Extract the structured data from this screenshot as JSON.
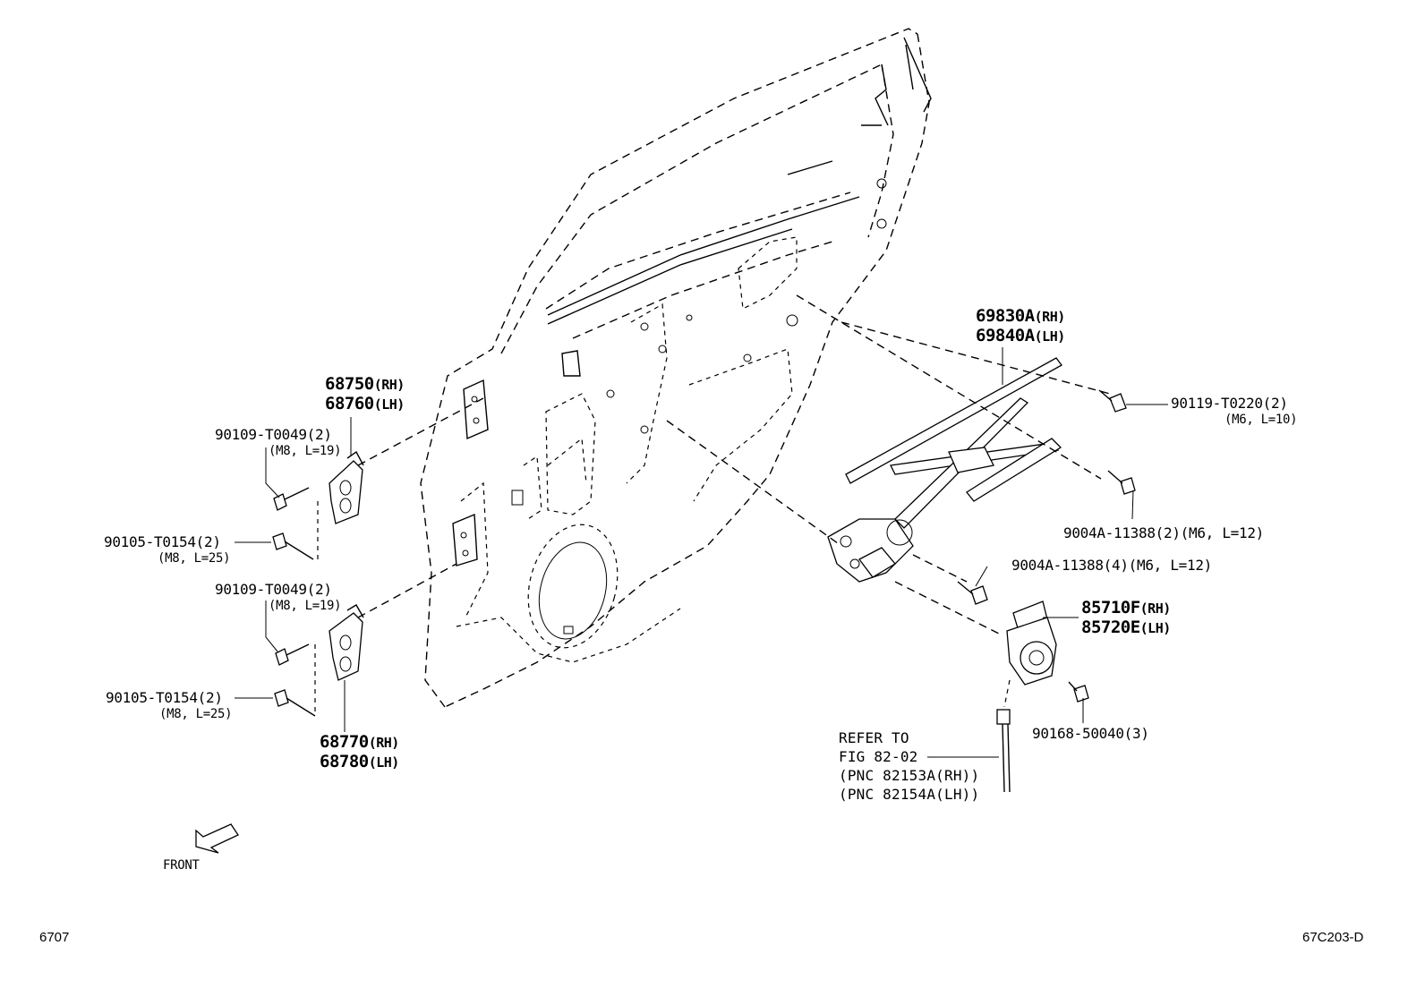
{
  "labels": {
    "hinge_upper_rh": "68750",
    "hinge_upper_rh_sfx": "(RH)",
    "hinge_upper_lh": "68760",
    "hinge_upper_lh_sfx": "(LH)",
    "bolt_upper_a": "90109-T0049(2)",
    "bolt_upper_a_spec": "(M8, L=19)",
    "bolt_upper_b": "90105-T0154(2)",
    "bolt_upper_b_spec": "(M8, L=25)",
    "bolt_lower_a": "90109-T0049(2)",
    "bolt_lower_a_spec": "(M8, L=19)",
    "bolt_lower_b": "90105-T0154(2)",
    "bolt_lower_b_spec": "(M8, L=25)",
    "hinge_lower_rh": "68770",
    "hinge_lower_rh_sfx": "(RH)",
    "hinge_lower_lh": "68780",
    "hinge_lower_lh_sfx": "(LH)",
    "regulator_rh": "69830A",
    "regulator_rh_sfx": "(RH)",
    "regulator_lh": "69840A",
    "regulator_lh_sfx": "(LH)",
    "bolt_regulator_top": "90119-T0220(2)",
    "bolt_regulator_top_spec": "(M6, L=10)",
    "bolt_regulator_mid": "9004A-11388(2)(M6, L=12)",
    "bolt_regulator_low": "9004A-11388(4)(M6, L=12)",
    "motor_rh": "85710F",
    "motor_rh_sfx": "(RH)",
    "motor_lh": "85720E",
    "motor_lh_sfx": "(LH)",
    "screw_motor": "90168-50040(3)",
    "refer_line1": "REFER TO",
    "refer_line2": "FIG 82-02",
    "refer_line3": "(PNC 82153A(RH))",
    "refer_line4": "(PNC 82154A(LH))",
    "front": "FRONT"
  },
  "footer": {
    "left_code": "6707",
    "right_code": "67C203-D"
  }
}
